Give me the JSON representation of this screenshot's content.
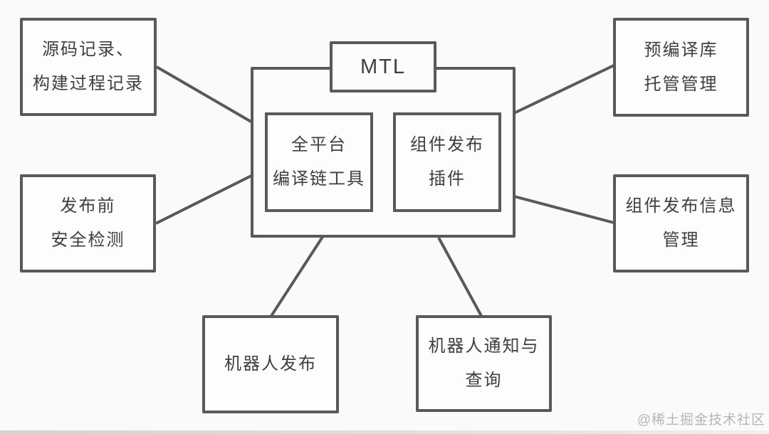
{
  "diagram": {
    "center": {
      "title": "MTL",
      "children": [
        {
          "lines": [
            "全平台",
            "编译链工具"
          ]
        },
        {
          "lines": [
            "组件发布",
            "插件"
          ]
        }
      ]
    },
    "nodes": {
      "top_left": {
        "lines": [
          "源码记录、",
          "构建过程记录"
        ]
      },
      "mid_left": {
        "lines": [
          "发布前",
          "安全检测"
        ]
      },
      "top_right": {
        "lines": [
          "预编译库",
          "托管管理"
        ]
      },
      "mid_right": {
        "lines": [
          "组件发布信息",
          "管理"
        ]
      },
      "bottom_left": {
        "lines": [
          "机器人发布"
        ]
      },
      "bottom_right": {
        "lines": [
          "机器人通知与",
          "查询"
        ]
      }
    },
    "watermark": "@稀土掘金技术社区",
    "colors": {
      "border": "#58595d",
      "text": "#3d3f43",
      "background": "#fafafa",
      "watermark": "#b6b6b6"
    }
  }
}
